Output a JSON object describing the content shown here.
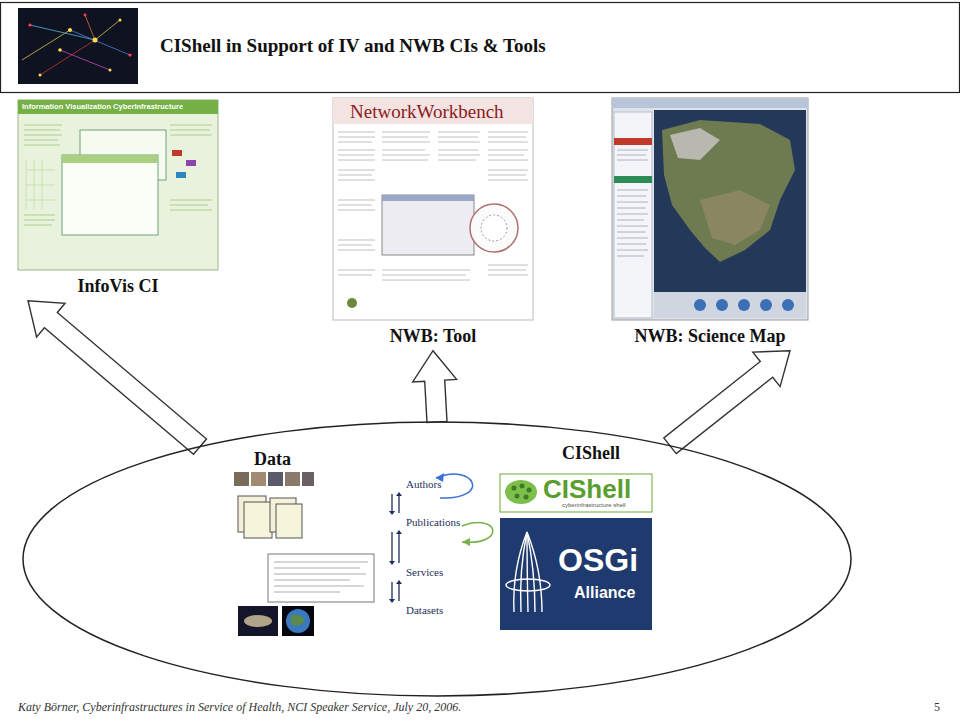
{
  "diagram": {
    "title": "CIShell in Support of IV and NWB CIs & Tools",
    "nodes": [
      {
        "text": [
          "InfoVis CI"
        ]
      },
      {
        "text": [
          "NWB: Tool"
        ]
      },
      {
        "text": [
          "NWB: Science Map"
        ]
      },
      {
        "text": [
          "Data",
          "CIShell"
        ]
      }
    ],
    "edges": [
      {
        "from": 3,
        "to": 0,
        "arrow": "to"
      },
      {
        "from": 3,
        "to": 1,
        "arrow": "to"
      },
      {
        "from": 3,
        "to": 2,
        "arrow": "to"
      }
    ],
    "labels": [
      "Information Visualization CyberInfrastructure",
      "NetworkWorkbench",
      "Authors",
      "Publications",
      "Services",
      "Datasets",
      "CIShell",
      "cyberinfrastructure shell",
      "OSGi",
      "Alliance",
      "Katy Börner, Cyberinfrastructures in Service of Health, NCI Speaker Service, July 20, 2006.",
      "5"
    ]
  }
}
